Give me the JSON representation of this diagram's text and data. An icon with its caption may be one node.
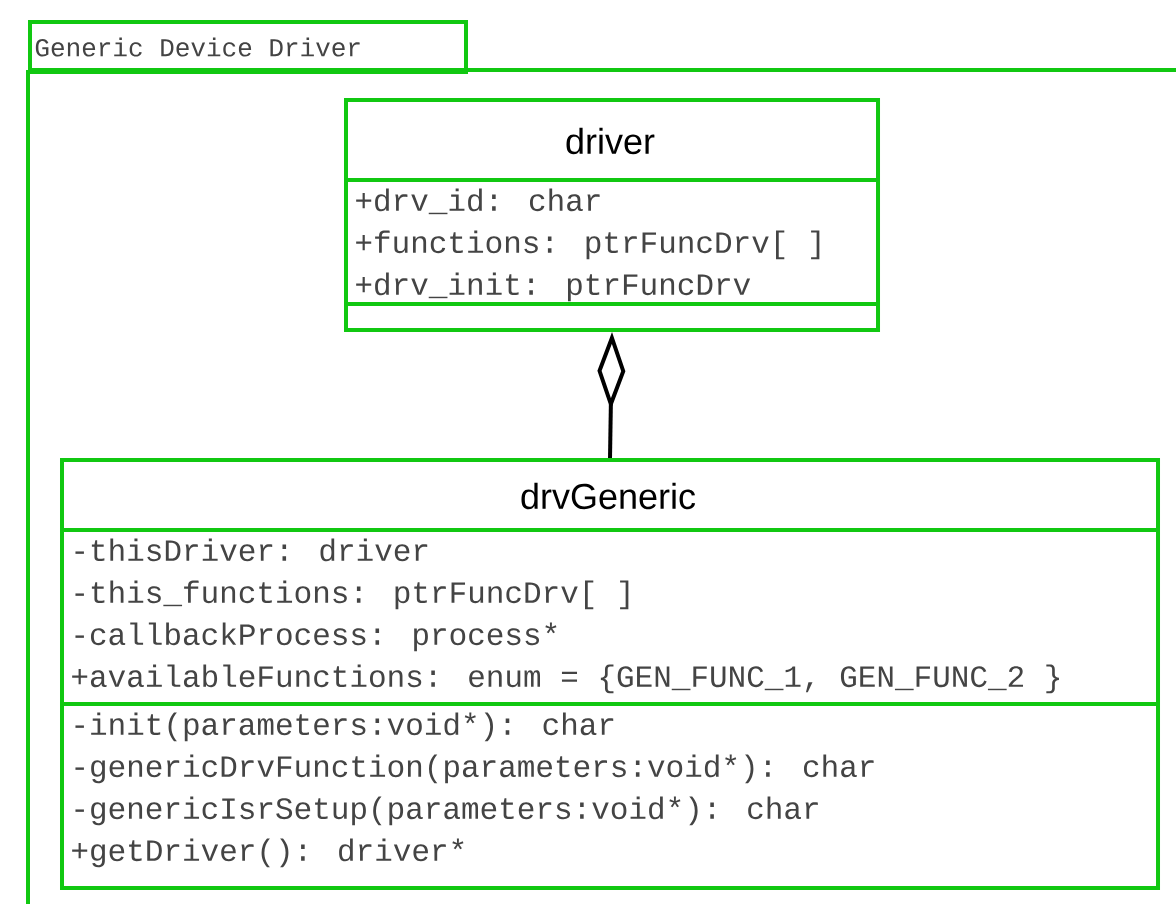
{
  "diagram": {
    "nodes": [
      {
        "text": [
          "Generic Device Driver"
        ]
      },
      {
        "text": [
          "driver"
        ],
        "in": 0
      },
      {
        "text": [
          "+drv_id: char",
          "+functions: ptrFuncDrv[ ]",
          "+drv_init: ptrFuncDrv"
        ],
        "in": 1
      },
      {
        "text": [],
        "shape": "box",
        "in": 1
      },
      {
        "text": [
          "drvGeneric"
        ],
        "in": 0
      },
      {
        "text": [
          "-thisDriver: driver",
          "-this_functions: ptrFuncDrv[ ]",
          "-callbackProcess: process*",
          "+availableFunctions: enum = {GEN_FUNC_1, GEN_FUNC_2 }"
        ],
        "in": 4
      },
      {
        "text": [
          "-init(parameters:void*): char",
          "-genericDrvFunction(parameters:void*): char",
          "-genericIsrSetup(parameters:void*): char",
          "+getDriver(): driver*"
        ],
        "in": 4
      }
    ],
    "edges": [
      {
        "from": 4,
        "to": 1,
        "arrow": "other"
      }
    ]
  }
}
